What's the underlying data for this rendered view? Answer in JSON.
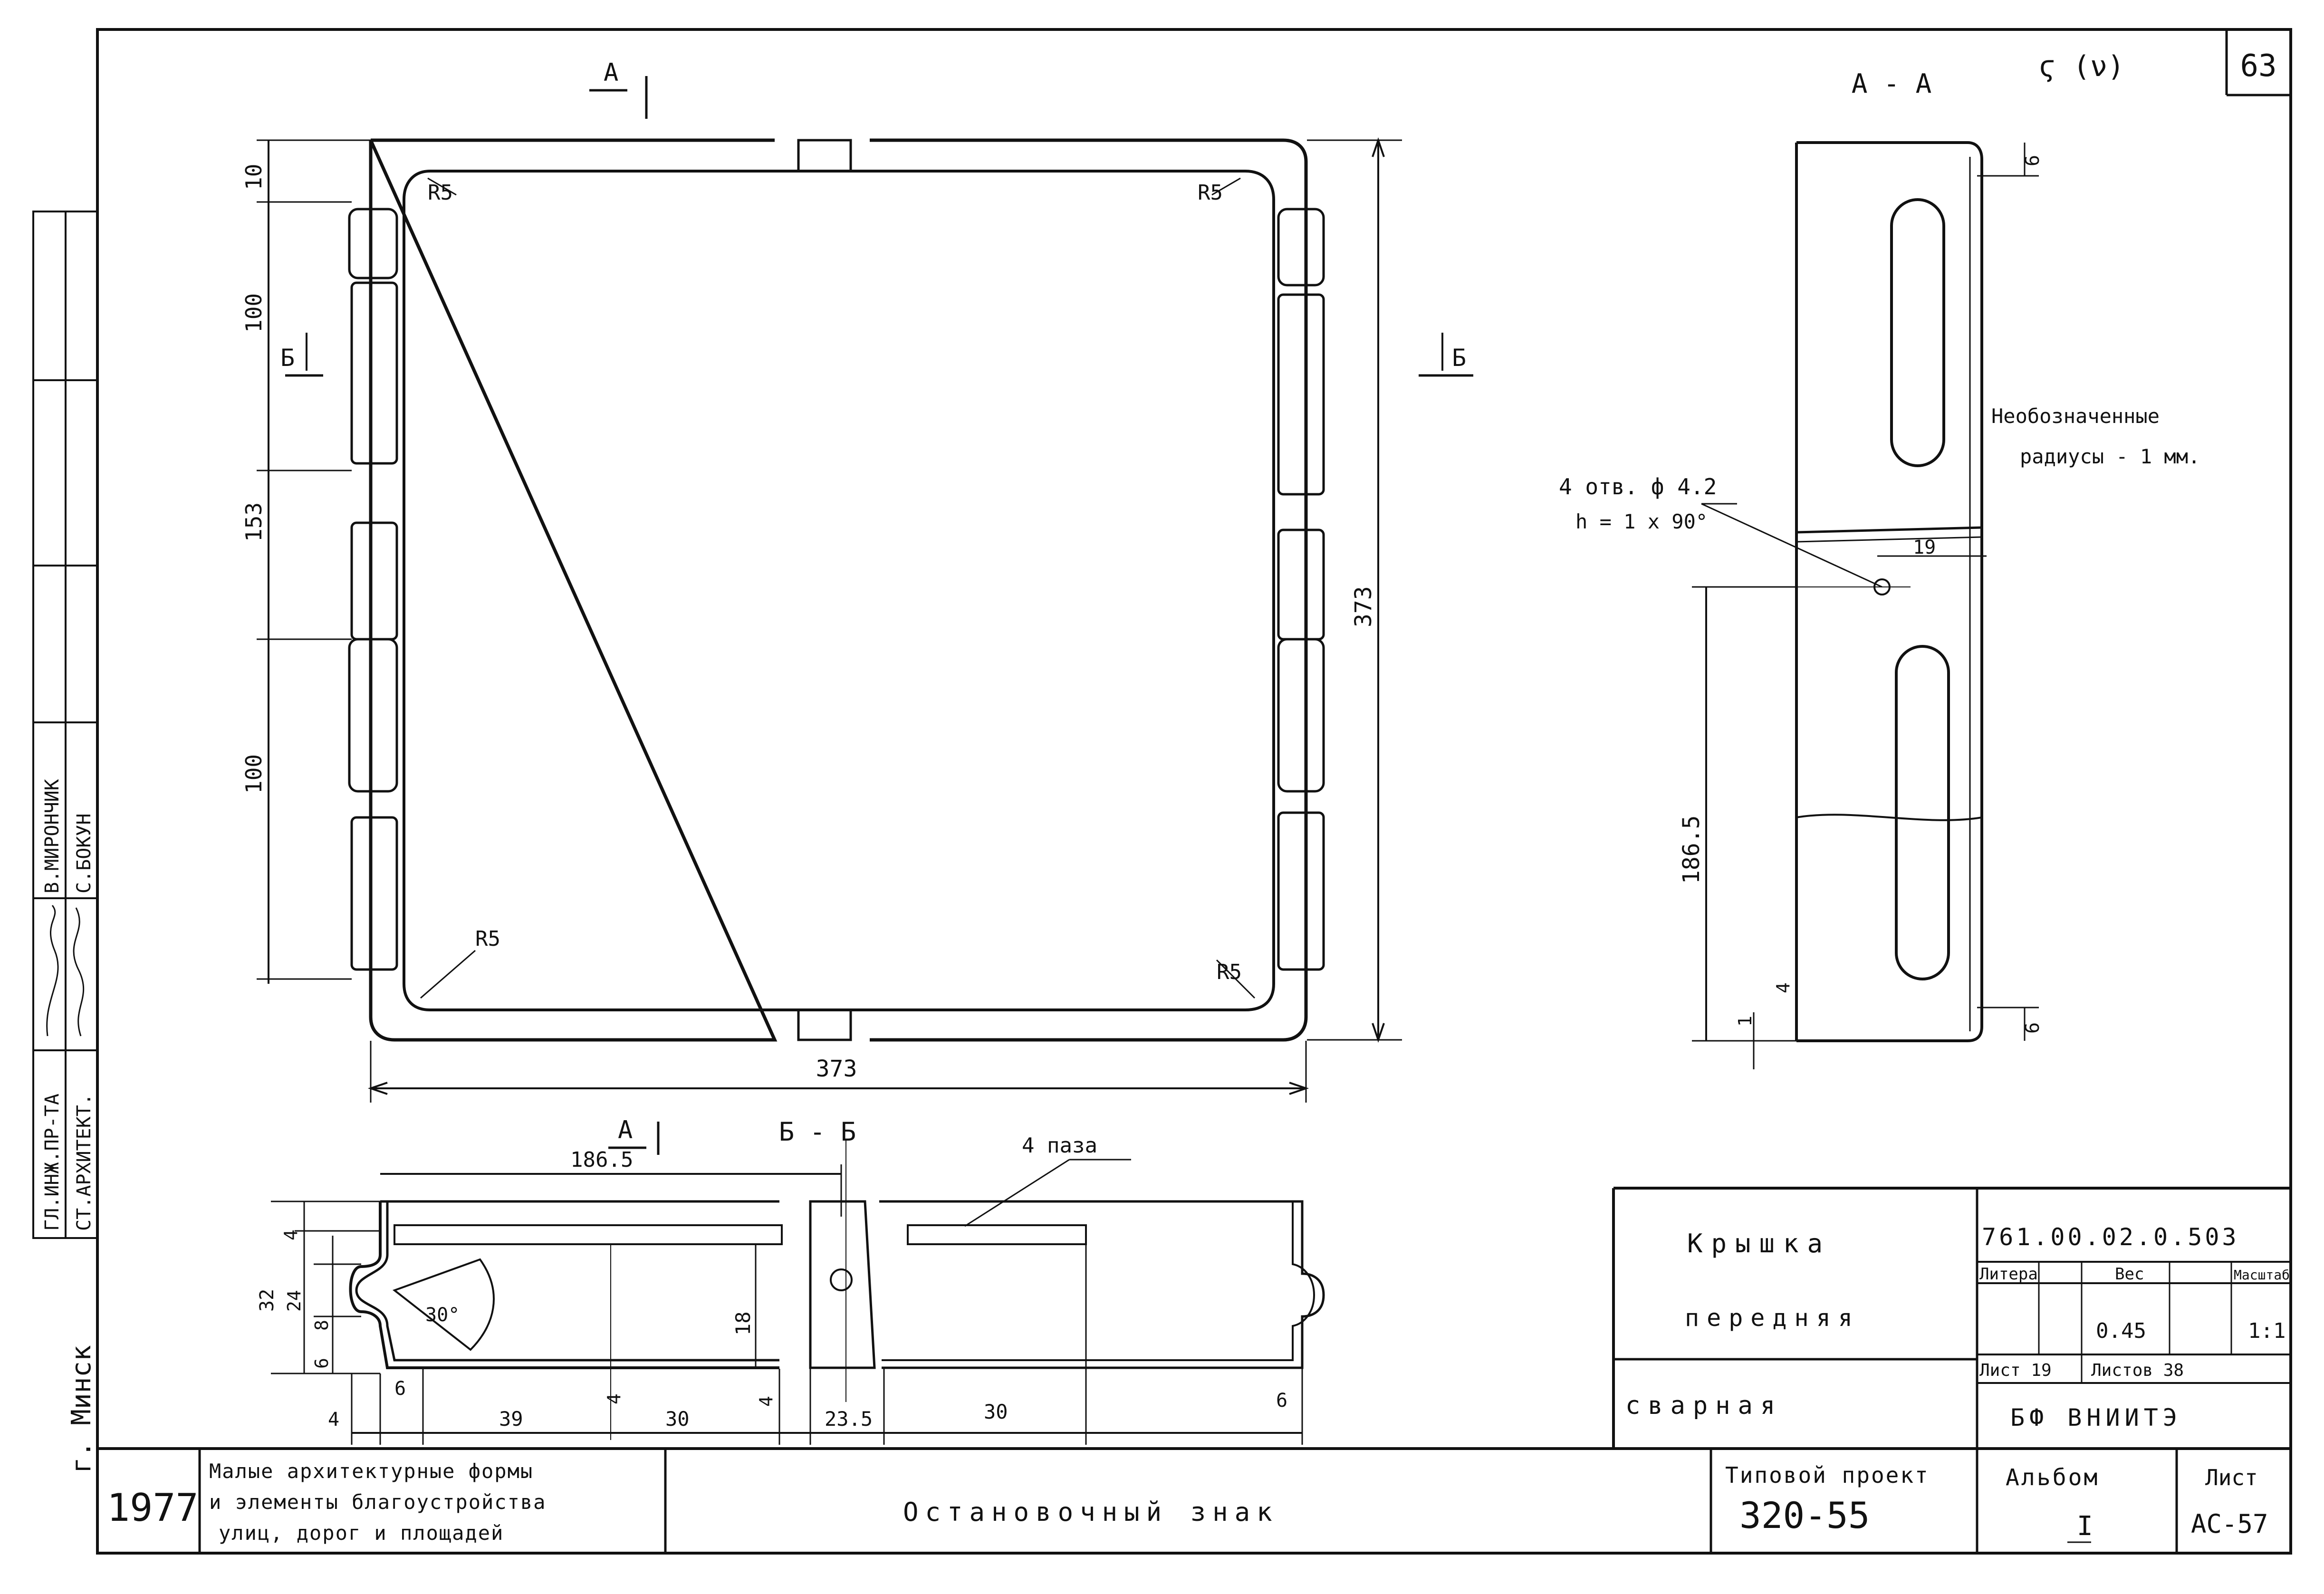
{
  "sheet_number": "63",
  "corner_mark": "ϛ (ν)",
  "sidebar": {
    "role1": "ГЛ.ИНЖ.ПР-ТА",
    "name1": "В.МИРОНЧИК",
    "role2": "СТ.АРХИТЕКТ.",
    "name2": "С.БОКУН",
    "city": "г. Минск"
  },
  "main_view": {
    "section_a_marker": "А",
    "section_b_marker": "Б",
    "radius": "R5",
    "dims_left": [
      "10",
      "100",
      "153",
      "100"
    ],
    "height": "373",
    "width": "373"
  },
  "section_aa": {
    "title": "А - А",
    "dim_top": "6",
    "dim_bottom": "6",
    "dim_19": "19",
    "dim_1865": "186.5",
    "dim_1": "1",
    "dim_4": "4",
    "holes_line1": "4 отв. ф 4.2",
    "holes_line2": "h = 1 x 90°",
    "note_line1": "Необозначенные",
    "note_line2": "радиусы - 1 мм."
  },
  "section_bb": {
    "title": "Б - Б",
    "section_a_marker": "А",
    "dim_1865": "186.5",
    "slots_label": "4 паза",
    "dims_vertical": [
      "4",
      "32",
      "24",
      "8",
      "6",
      "18"
    ],
    "angle": "30°",
    "dims_bottom": [
      "4",
      "6",
      "39",
      "4",
      "30",
      "4",
      "23.5",
      "30",
      "6"
    ]
  },
  "title_block": {
    "part_name": [
      "Крышка",
      "передняя",
      "сварная"
    ],
    "doc_code": "761.00.02.0.503",
    "col_litera": "Литера",
    "col_ves": "Вес",
    "col_masshtab": "Масштаб",
    "ves": "0.45",
    "masshtab": "1:1",
    "list_label": "Лист 19",
    "listov_label": "Листов 38",
    "org": "БФ   ВНИИТЭ",
    "year": "1977",
    "series_line1": "Малые архитектурные формы",
    "series_line2": "и элементы благоустройства",
    "series_line3": "улиц, дорог и площадей",
    "object_name": "Остановочный знак",
    "project_label": "Типовой проект",
    "project_number": "320-55",
    "album_label": "Альбом",
    "album_number": "I",
    "sheet_label": "Лист",
    "sheet_code": "АС-57"
  }
}
